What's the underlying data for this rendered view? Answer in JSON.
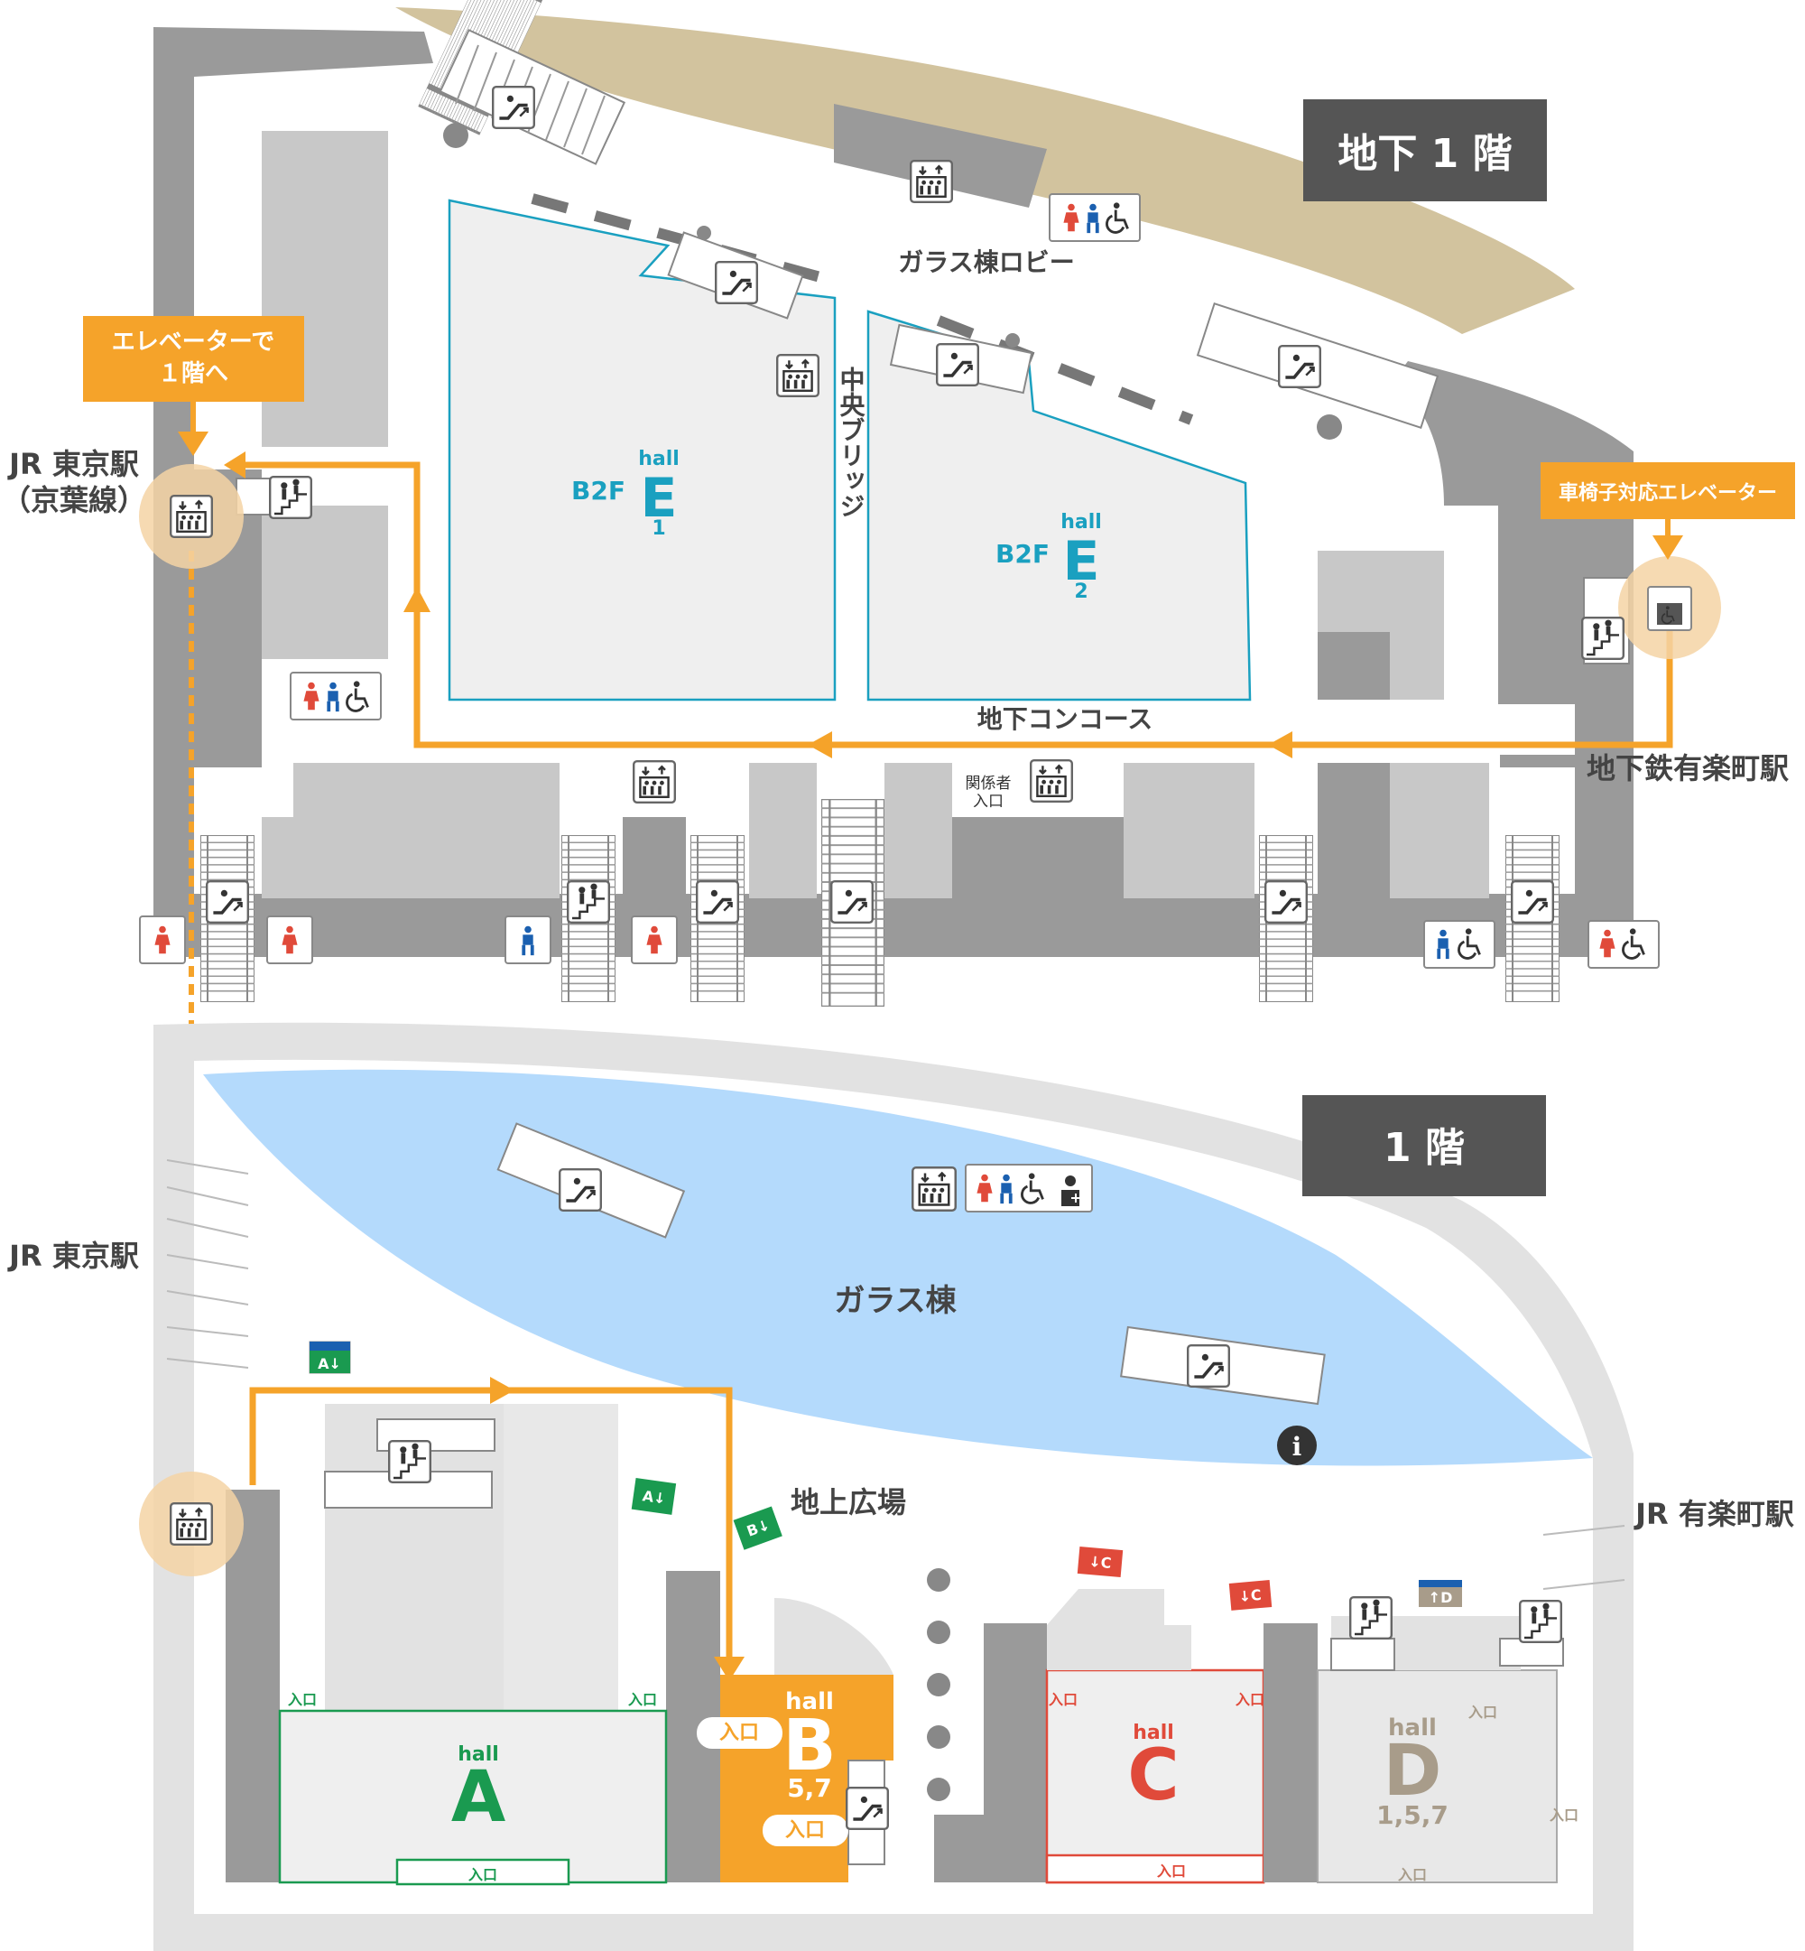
{
  "floors": {
    "b1": "地下 1 階",
    "f1": "1 階"
  },
  "stations": {
    "jr_keiyo_line1": "JR 東京駅",
    "jr_keiyo_line2": "（京葉線）",
    "jr_tokyo": "JR 東京駅",
    "subway_yurakucho": "地下鉄有楽町駅",
    "jr_yurakucho": "JR 有楽町駅"
  },
  "areas": {
    "glass_lobby": "ガラス棟ロビー",
    "glass_building": "ガラス棟",
    "underground_concourse": "地下コンコース",
    "ground_plaza": "地上広場",
    "central_bridge": "中央ブリッジ",
    "staff_entrance_line1": "関係者",
    "staff_entrance_line2": "入口"
  },
  "notes": {
    "elevator_to_1f_line1": "エレベーターで",
    "elevator_to_1f_line2": "１階へ",
    "wheelchair_elevator": "車椅子対応エレベーター"
  },
  "halls": {
    "e1": {
      "hall": "hall",
      "letter": "E",
      "num": "1",
      "level": "B2F"
    },
    "e2": {
      "hall": "hall",
      "letter": "E",
      "num": "2",
      "level": "B2F"
    },
    "a": {
      "hall": "hall",
      "letter": "A"
    },
    "b": {
      "hall": "hall",
      "letter": "B",
      "num": "5,7"
    },
    "c": {
      "hall": "hall",
      "letter": "C"
    },
    "d": {
      "hall": "hall",
      "letter": "D",
      "num": "1,5,7"
    }
  },
  "entrance": "入口",
  "exit_signs": {
    "a": "A↓",
    "b": "B↓",
    "c": "↓C",
    "d": "↑D"
  },
  "icons": [
    "escalator-icon",
    "elevator-icon",
    "restroom-icon",
    "wheelchair-icon",
    "stairs-icon",
    "info-icon",
    "first-aid-icon"
  ],
  "colors": {
    "orange": "#f5a32a",
    "hall_e": "#1aa0c0",
    "hall_a": "#1a9a50",
    "hall_c": "#e04a3a",
    "hall_d": "#a89c8a",
    "water": "#b4dafc",
    "tan": "#d2c39e",
    "floor_label_bg": "#555555"
  }
}
